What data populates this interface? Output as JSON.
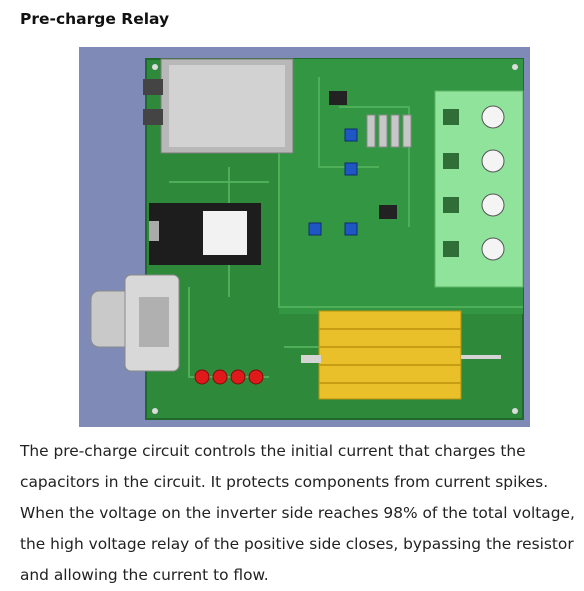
{
  "heading": "Pre-charge Relay",
  "figure": {
    "icon": "pcb-render-image"
  },
  "body_lines": [
    "The pre-charge circuit controls the initial current that charges the",
    "capacitors in the circuit. It protects components from current spikes.",
    "When the voltage on the inverter side reaches 98% of the total voltage,",
    "the high voltage relay of the positive side closes, bypassing the resistor",
    "and allowing the current to flow."
  ]
}
